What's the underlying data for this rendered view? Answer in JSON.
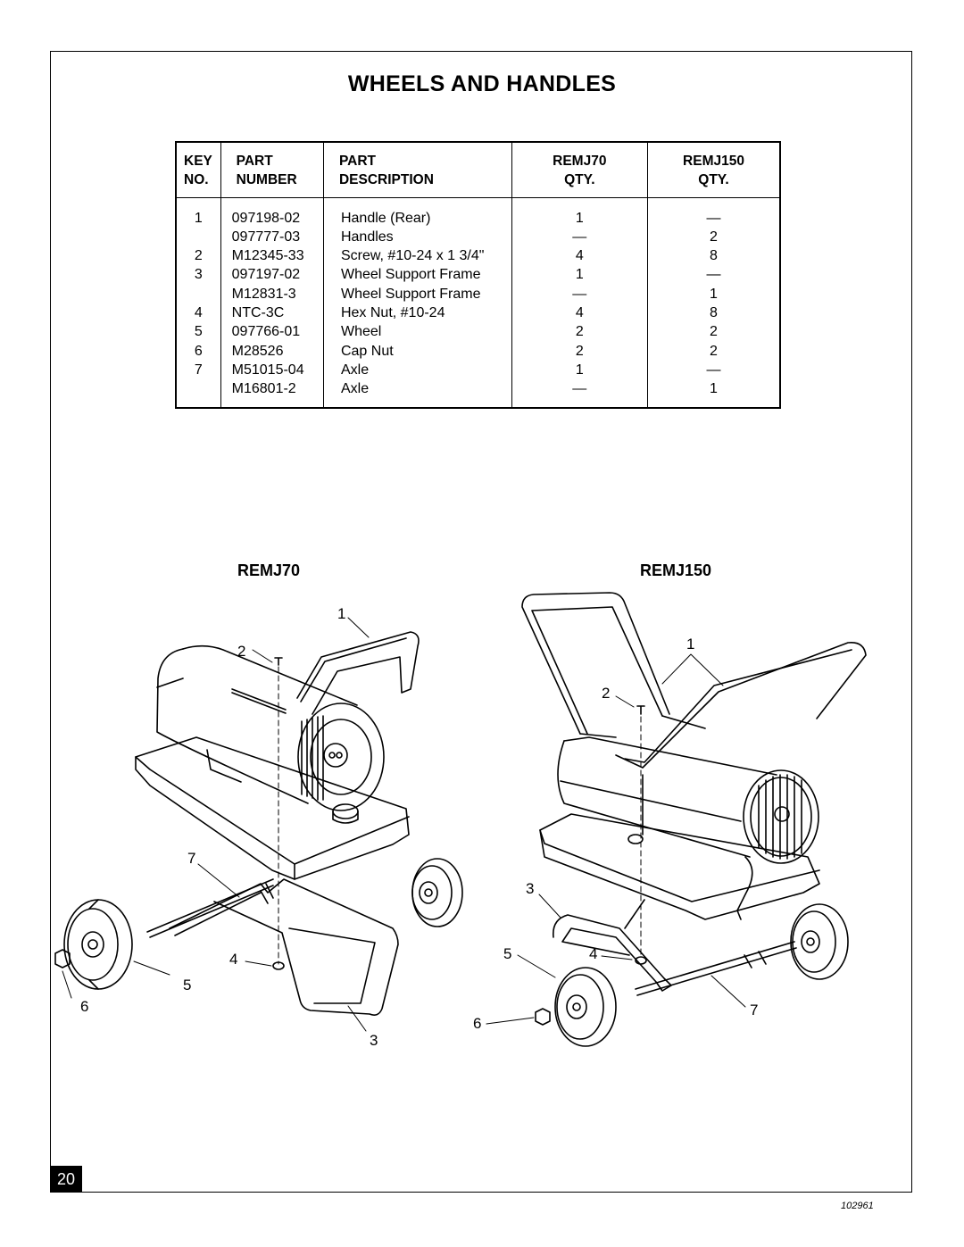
{
  "title": "WHEELS AND HANDLES",
  "table": {
    "headers": {
      "key": [
        "KEY",
        "NO."
      ],
      "part_number": [
        "PART",
        "NUMBER"
      ],
      "description": [
        "PART",
        "DESCRIPTION"
      ],
      "remj70": [
        "REMJ70",
        "QTY."
      ],
      "remj150": [
        "REMJ150",
        "QTY."
      ]
    },
    "rows": [
      {
        "key": "1",
        "part": "097198-02",
        "desc": "Handle (Rear)",
        "q70": "1",
        "q150": "—"
      },
      {
        "key": "",
        "part": "097777-03",
        "desc": "Handles",
        "q70": "—",
        "q150": "2"
      },
      {
        "key": "2",
        "part": "M12345-33",
        "desc": "Screw, #10-24 x 1 3/4\"",
        "q70": "4",
        "q150": "8"
      },
      {
        "key": "3",
        "part": "097197-02",
        "desc": "Wheel Support Frame",
        "q70": "1",
        "q150": "—"
      },
      {
        "key": "",
        "part": "M12831-3",
        "desc": "Wheel Support Frame",
        "q70": "—",
        "q150": "1"
      },
      {
        "key": "4",
        "part": "NTC-3C",
        "desc": "Hex Nut, #10-24",
        "q70": "4",
        "q150": "8"
      },
      {
        "key": "5",
        "part": "097766-01",
        "desc": "Wheel",
        "q70": "2",
        "q150": "2"
      },
      {
        "key": "6",
        "part": "M28526",
        "desc": "Cap Nut",
        "q70": "2",
        "q150": "2"
      },
      {
        "key": "7",
        "part": "M51015-04",
        "desc": "Axle",
        "q70": "1",
        "q150": "—"
      },
      {
        "key": "",
        "part": "M16801-2",
        "desc": "Axle",
        "q70": "—",
        "q150": "1"
      }
    ]
  },
  "diagrams": {
    "left_label": "REMJ70",
    "right_label": "REMJ150",
    "left_callouts": [
      "1",
      "2",
      "7",
      "4",
      "5",
      "6",
      "3"
    ],
    "right_callouts": [
      "1",
      "2",
      "3",
      "5",
      "4",
      "7",
      "6"
    ]
  },
  "page_number": "20",
  "doc_code": "102961"
}
